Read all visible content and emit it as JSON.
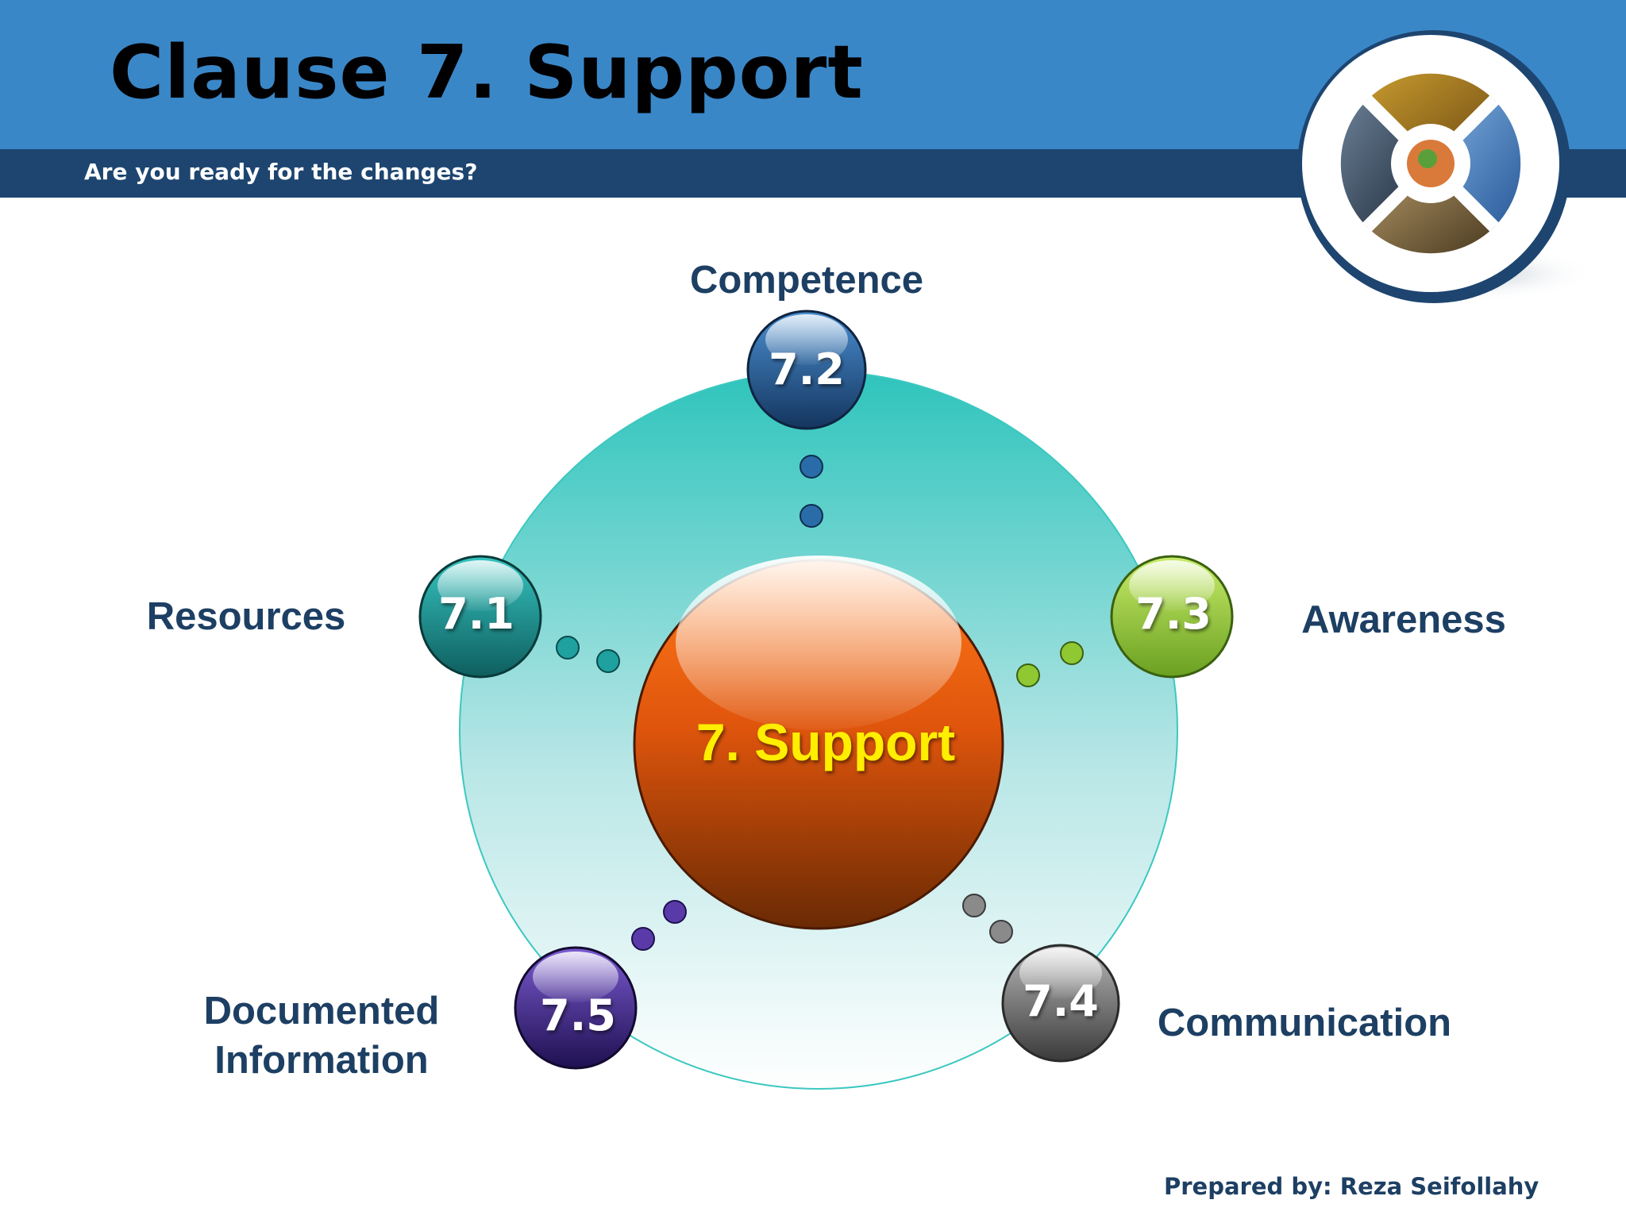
{
  "slide": {
    "title": "Clause 7. Support",
    "subtitle": "Are you ready for the changes?",
    "footer": "Prepared by: Reza Seifollahy"
  },
  "logo": {
    "name": "header-photo-collage-logo",
    "caption": "",
    "colors": [
      "#1d4570",
      "#3a87c8",
      "#ffffff"
    ]
  },
  "diagram": {
    "center": {
      "label": "7. Support",
      "color": "#e8641a",
      "text_color": "#ffee00"
    },
    "nodes": [
      {
        "id": "7.1",
        "number": "7.1",
        "label": "Resources",
        "color": "#1fa1a0"
      },
      {
        "id": "7.2",
        "number": "7.2",
        "label": "Competence",
        "color": "#2a6ca8"
      },
      {
        "id": "7.3",
        "number": "7.3",
        "label": "Awareness",
        "color": "#8fc832"
      },
      {
        "id": "7.4",
        "number": "7.4",
        "label": "Communication",
        "color": "#8a8a8a"
      },
      {
        "id": "7.5",
        "number": "7.5",
        "label_line1": "Documented",
        "label_line2": "Information",
        "color": "#5a3aa8"
      }
    ],
    "ring_color": "#3cc8c0"
  }
}
